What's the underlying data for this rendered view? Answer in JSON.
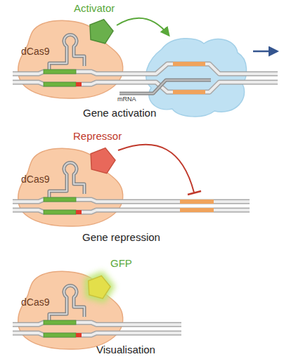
{
  "diagram": {
    "nodes": [
      {
        "text": [
          "Activator"
        ]
      },
      {
        "text": [
          "dCas9"
        ]
      },
      {
        "text": [
          "Repressor"
        ]
      },
      {
        "text": [
          "dCas9"
        ]
      },
      {
        "text": [
          "GFP"
        ]
      },
      {
        "text": [
          "dCas9"
        ]
      }
    ],
    "labels": [
      "mRNA",
      "Gene activation",
      "Gene repression",
      "Visualisation"
    ]
  }
}
